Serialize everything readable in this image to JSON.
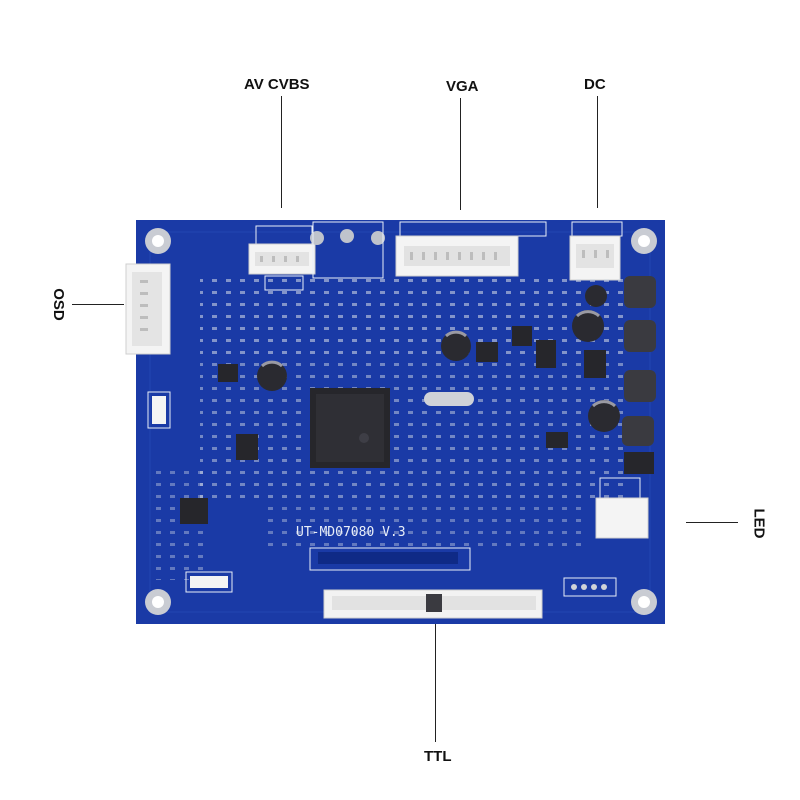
{
  "labels": {
    "av_cvbs": "AV CVBS",
    "vga": "VGA",
    "dc": "DC",
    "osd": "OSD",
    "led": "LED",
    "ttl": "TTL"
  },
  "board": {
    "silkscreen_model": "UT-MD07080 V.3"
  },
  "colors": {
    "pcb": "#1a3aa6",
    "pcb_dark": "#0f2a86",
    "connector": "#f4f4f4",
    "chip": "#2a2a2e",
    "leader": "#222222"
  }
}
